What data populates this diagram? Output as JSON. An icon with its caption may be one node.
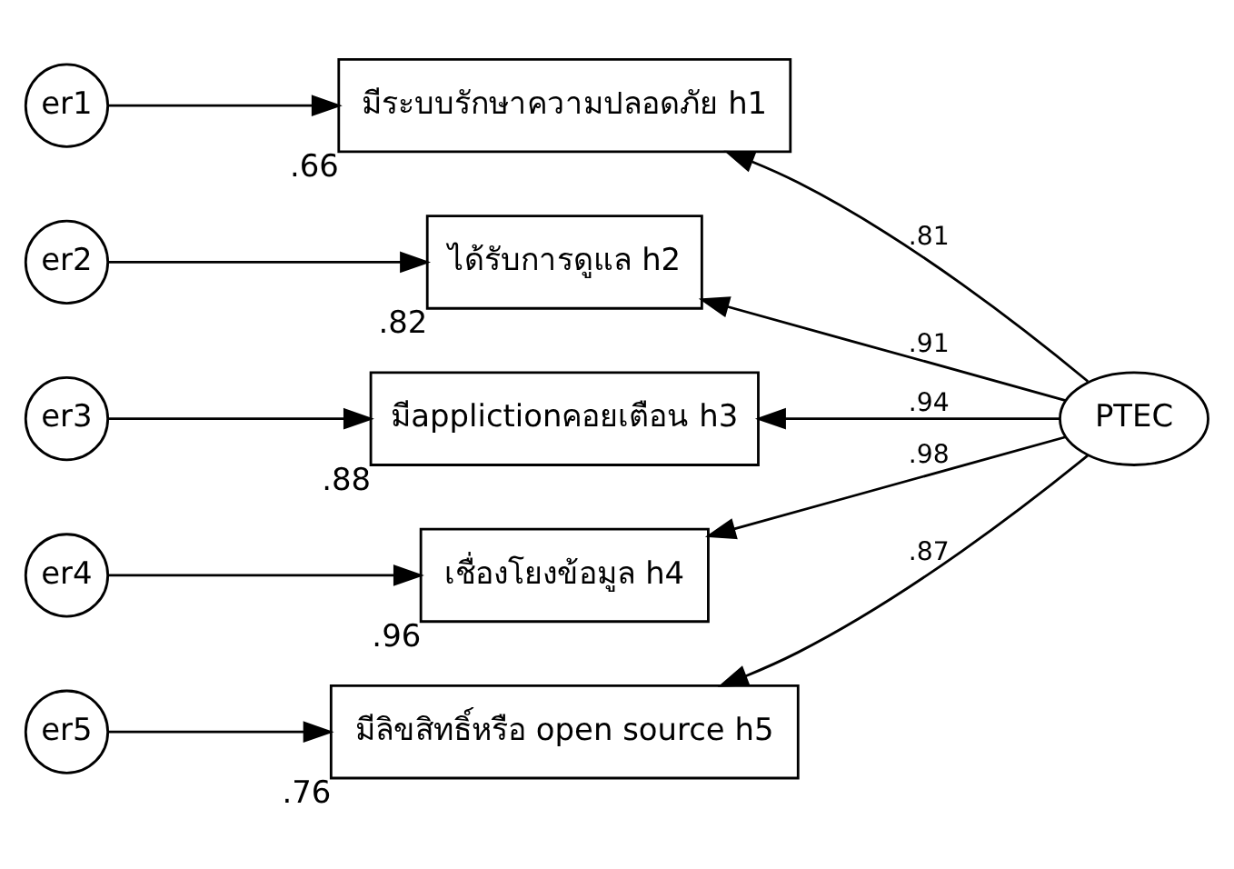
{
  "diagram": {
    "nodes": [
      {
        "text": [
          "er1"
        ]
      },
      {
        "text": [
          "มีระบบรักษาความปลอดภัย h1"
        ],
        "beside": [
          ".66"
        ]
      },
      {
        "text": [
          "er2"
        ]
      },
      {
        "text": [
          "ได้รับการดูแล h2"
        ],
        "beside": [
          ".82"
        ]
      },
      {
        "text": [
          "er3"
        ]
      },
      {
        "text": [
          "มีapplictionคอยเตือน h3"
        ],
        "beside": [
          ".88"
        ]
      },
      {
        "text": [
          "er4"
        ]
      },
      {
        "text": [
          "เชื่องโยงข้อมูล h4"
        ],
        "beside": [
          ".96"
        ]
      },
      {
        "text": [
          "er5"
        ]
      },
      {
        "text": [
          "มีลิขสิทธิ์หรือ open source h5"
        ],
        "beside": [
          ".76"
        ]
      },
      {
        "text": [
          "PTEC"
        ]
      }
    ],
    "edges": [
      {
        "from": 0,
        "to": 1,
        "arrow": "to"
      },
      {
        "from": 2,
        "to": 3,
        "arrow": "to"
      },
      {
        "from": 4,
        "to": 5,
        "arrow": "to"
      },
      {
        "from": 6,
        "to": 7,
        "arrow": "to"
      },
      {
        "from": 8,
        "to": 9,
        "arrow": "to"
      },
      {
        "from": 10,
        "to": 1,
        "arrow": "to",
        "label": ".81"
      },
      {
        "from": 10,
        "to": 3,
        "arrow": "to",
        "label": ".91"
      },
      {
        "from": 10,
        "to": 5,
        "arrow": "to",
        "label": ".94"
      },
      {
        "from": 10,
        "to": 7,
        "arrow": "to",
        "label": ".98"
      },
      {
        "from": 10,
        "to": 9,
        "arrow": "to",
        "label": ".87"
      }
    ]
  }
}
